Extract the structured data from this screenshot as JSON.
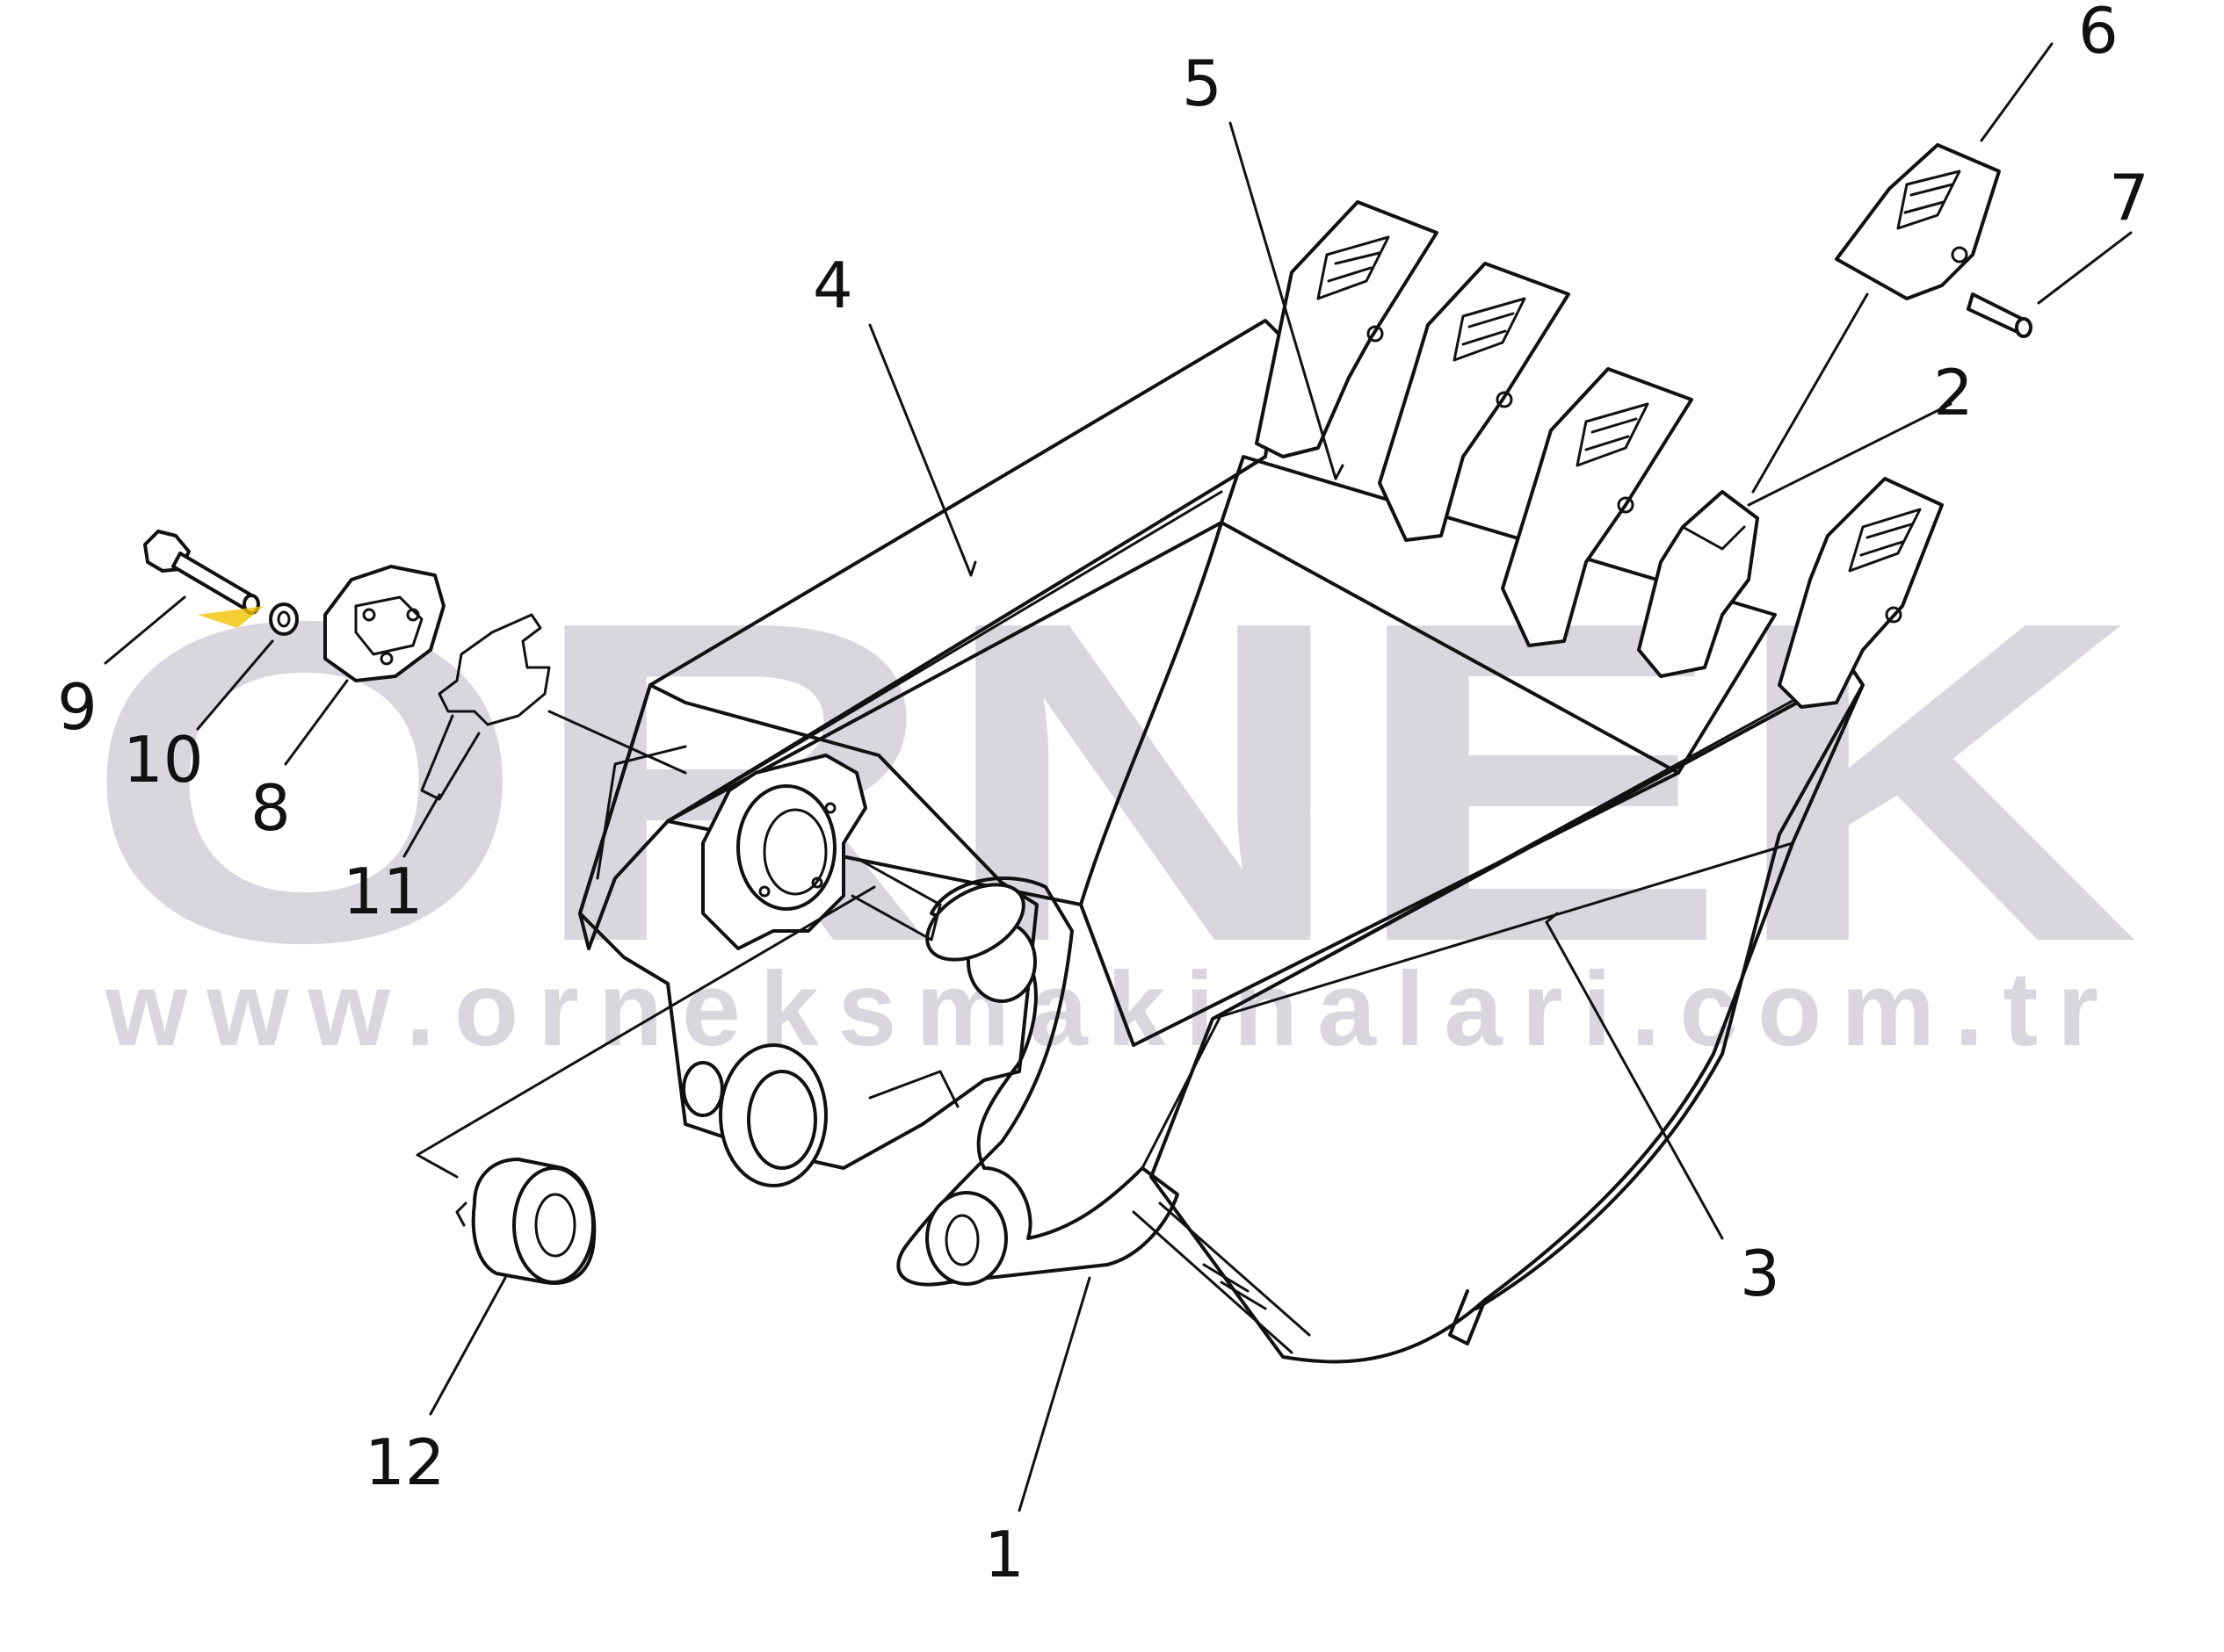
{
  "watermark": {
    "brand": "ORNEK",
    "url": "www.orneksmakinalari.com.tr"
  },
  "callouts": [
    "1",
    "2",
    "3",
    "4",
    "5",
    "6",
    "7",
    "8",
    "9",
    "10",
    "11",
    "12"
  ],
  "colors": {
    "line": "#111111",
    "watermark": "#d9d6de",
    "highlight": "#f2c200"
  }
}
